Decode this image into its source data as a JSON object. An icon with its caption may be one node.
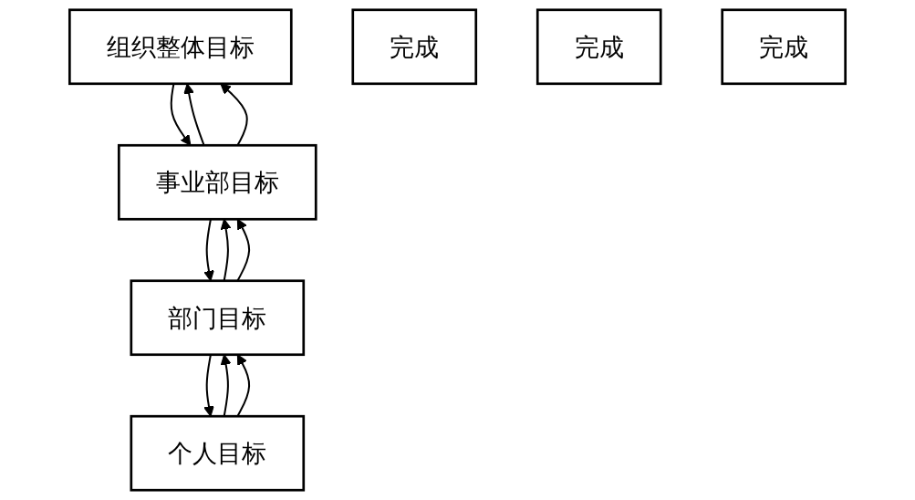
{
  "diagram": {
    "nodes": [
      {
        "text": [
          "组织整体目标"
        ]
      },
      {
        "text": [
          "事业部目标"
        ]
      },
      {
        "text": [
          "部门目标"
        ]
      },
      {
        "text": [
          "个人目标"
        ]
      },
      {
        "text": [
          "完成"
        ]
      },
      {
        "text": [
          "完成"
        ]
      },
      {
        "text": [
          "完成"
        ]
      }
    ],
    "edges": [
      {
        "from": 0,
        "to": 1,
        "arrow": "to"
      },
      {
        "from": 1,
        "to": 0,
        "arrow": "to"
      },
      {
        "from": 1,
        "to": 2,
        "arrow": "to"
      },
      {
        "from": 2,
        "to": 1,
        "arrow": "to"
      },
      {
        "from": 2,
        "to": 3,
        "arrow": "to"
      },
      {
        "from": 3,
        "to": 2,
        "arrow": "to"
      },
      {
        "from": 1,
        "to": 0,
        "arrow": "to"
      },
      {
        "from": 2,
        "to": 1,
        "arrow": "to"
      },
      {
        "from": 3,
        "to": 2,
        "arrow": "to"
      }
    ]
  }
}
